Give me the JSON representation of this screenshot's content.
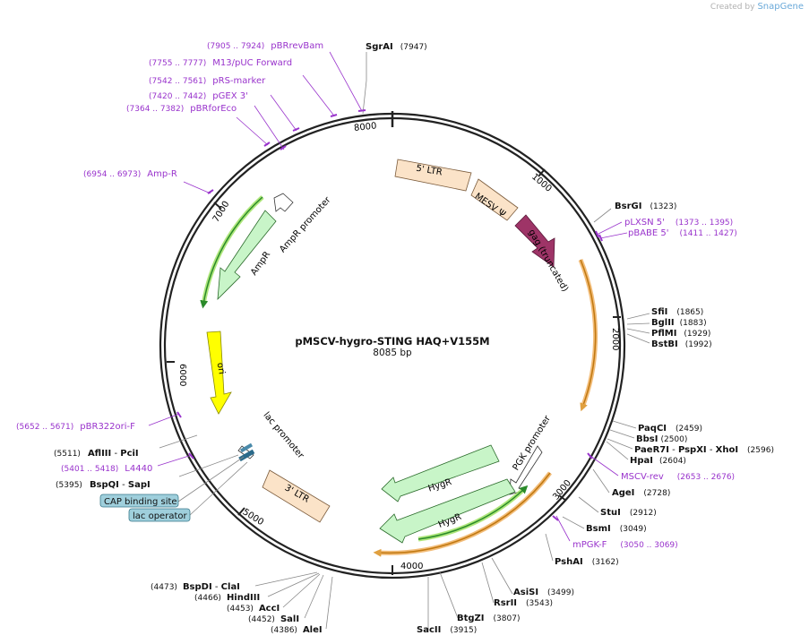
{
  "credit": {
    "prefix": "Created by",
    "brand": "SnapGene"
  },
  "plasmid": {
    "name": "pMSCV-hygro-STING HAQ+V155M",
    "size_label": "8085 bp",
    "length": 8085
  },
  "ticks": [
    {
      "label": "8000",
      "pos": 8000
    },
    {
      "label": "1000",
      "pos": 1000
    },
    {
      "label": "2000",
      "pos": 2000
    },
    {
      "label": "3000",
      "pos": 3000
    },
    {
      "label": "4000",
      "pos": 4000
    },
    {
      "label": "5000",
      "pos": 5000
    },
    {
      "label": "6000",
      "pos": 6000
    },
    {
      "label": "7000",
      "pos": 7000
    }
  ],
  "features": [
    {
      "id": "ltr5",
      "label": "5' LTR",
      "color": "#fbe3c8"
    },
    {
      "id": "mesv",
      "label": "MESV Ψ",
      "color": "#fbe3c8"
    },
    {
      "id": "gag",
      "label": "gag (truncated)",
      "color": "#9e3467"
    },
    {
      "id": "pgk",
      "label": "PGK promoter",
      "color": "#ffffff"
    },
    {
      "id": "hygr1",
      "label": "HygR",
      "color": "#c8f5c8"
    },
    {
      "id": "hygr2",
      "label": "HygR",
      "color": "#c8f5c8"
    },
    {
      "id": "ltr3",
      "label": "3' LTR",
      "color": "#fbe3c8"
    },
    {
      "id": "lacp",
      "label": "lac promoter",
      "color": "#ffffff"
    },
    {
      "id": "ori",
      "label": "ori",
      "color": "#ffff00"
    },
    {
      "id": "ampr",
      "label": "AmpR",
      "color": "#c8f5c8"
    },
    {
      "id": "amprp",
      "label": "AmpR promoter",
      "color": "#ffffff"
    }
  ],
  "orfs": [
    {
      "id": "orf-orange-1",
      "color": "#f0b060"
    },
    {
      "id": "orf-orange-2",
      "color": "#f0b060"
    },
    {
      "id": "orf-green-1",
      "color": "#2a8a2a"
    },
    {
      "id": "orf-green-2",
      "color": "#2a8a2a"
    }
  ],
  "sites": [
    {
      "name": "SgrAI",
      "pos": "(7947)"
    },
    {
      "name": "BsrGI",
      "pos": "(1323)"
    },
    {
      "name": "SfiI",
      "pos": "(1865)"
    },
    {
      "name": "BglII",
      "pos": "(1883)"
    },
    {
      "name": "PflMI",
      "pos": "(1929)"
    },
    {
      "name": "BstBI",
      "pos": "(1992)"
    },
    {
      "name": "PaqCI",
      "pos": "(2459)"
    },
    {
      "name": "BbsI",
      "pos": "(2500)"
    },
    {
      "name": "PaeR7I",
      "name2": "PspXI",
      "name3": "XhoI",
      "pos": "(2596)"
    },
    {
      "name": "HpaI",
      "pos": "(2604)"
    },
    {
      "name": "AgeI",
      "pos": "(2728)"
    },
    {
      "name": "StuI",
      "pos": "(2912)"
    },
    {
      "name": "BsmI",
      "pos": "(3049)"
    },
    {
      "name": "PshAI",
      "pos": "(3162)"
    },
    {
      "name": "AsiSI",
      "pos": "(3499)"
    },
    {
      "name": "RsrII",
      "pos": "(3543)"
    },
    {
      "name": "BtgZI",
      "pos": "(3807)"
    },
    {
      "name": "SacII",
      "pos": "(3915)"
    },
    {
      "name": "AleI",
      "pos": "(4386)"
    },
    {
      "name": "SalI",
      "pos": "(4452)"
    },
    {
      "name": "AccI",
      "pos": "(4453)"
    },
    {
      "name": "HindIII",
      "pos": "(4466)"
    },
    {
      "name": "BspDI",
      "name2": "ClaI",
      "pos": "(4473)"
    },
    {
      "name": "BspQI",
      "name2": "SapI",
      "pos": "(5395)"
    },
    {
      "name": "AflIII",
      "name2": "PciI",
      "pos": "(5511)"
    }
  ],
  "primers": [
    {
      "name": "pBRrevBam",
      "range": "(7905 .. 7924)"
    },
    {
      "name": "M13/pUC Forward",
      "range": "(7755 .. 7777)"
    },
    {
      "name": "pRS-marker",
      "range": "(7542 .. 7561)"
    },
    {
      "name": "pGEX 3'",
      "range": "(7420 .. 7442)"
    },
    {
      "name": "pBRforEco",
      "range": "(7364 .. 7382)"
    },
    {
      "name": "Amp-R",
      "range": "(6954 .. 6973)"
    },
    {
      "name": "pLXSN 5'",
      "range": "(1373 .. 1395)"
    },
    {
      "name": "pBABE 5'",
      "range": "(1411 .. 1427)"
    },
    {
      "name": "MSCV-rev",
      "range": "(2653 .. 2676)"
    },
    {
      "name": "mPGK-F",
      "range": "(3050 .. 3069)"
    },
    {
      "name": "pBR322ori-F",
      "range": "(5652 .. 5671)"
    },
    {
      "name": "L4440",
      "range": "(5401 .. 5418)"
    }
  ],
  "boxed_features": [
    {
      "label": "CAP binding site"
    },
    {
      "label": "lac operator"
    }
  ],
  "colors": {
    "primer": "#9933cc",
    "site_text": "#111111",
    "backbone": "#222222",
    "box_fill": "#9fcfdc"
  }
}
